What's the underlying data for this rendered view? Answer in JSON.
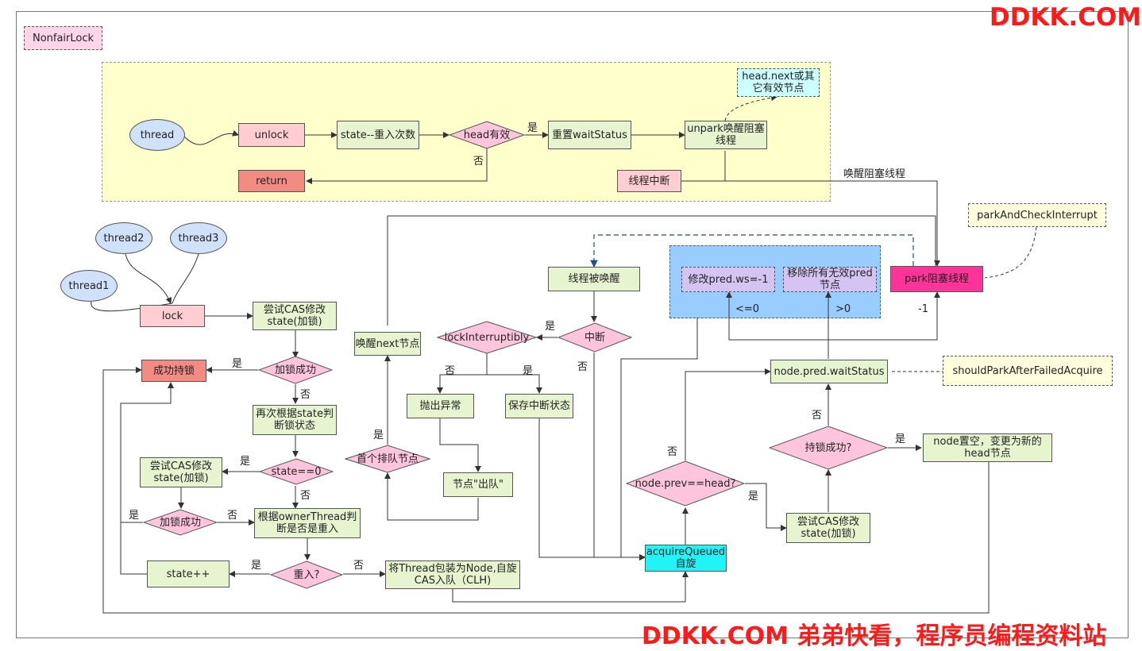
{
  "watermark": {
    "top": "DDKK.COM",
    "bottom": "DDKK.COM 弟弟快看，程序员编程资料站"
  },
  "title": "NonfairLock",
  "unlock_flow": {
    "thread": "thread",
    "unlock": "unlock",
    "state_dec": "state--重入次数",
    "head_valid": "head有效",
    "reset_ws": "重置waitStatus",
    "unpark": "unpark唤醒阻塞线程",
    "head_next": "head.next或其它有效节点",
    "return": "return",
    "interrupt": "线程中断",
    "yes": "是",
    "no": "否",
    "wake_label": "唤醒阻塞线程"
  },
  "lock_flow": {
    "thread1": "thread1",
    "thread2": "thread2",
    "thread3": "thread3",
    "lock": "lock",
    "try_cas1": "尝试CAS修改state(加锁)",
    "lock_ok1": "加锁成功",
    "hold_lock": "成功持锁",
    "recheck": "再次根据state判断锁状态",
    "state_zero": "state==0",
    "try_cas2": "尝试CAS修改state(加锁)",
    "lock_ok2": "加锁成功",
    "owner_check": "根据ownerThread判断是否是重入",
    "reentry": "重入?",
    "state_inc": "state++",
    "wrap_node": "将Thread包装为Node,自旋CAS入队（CLH)",
    "acquire_queued": "acquireQueued自旋",
    "prev_head": "node.prev==head?",
    "try_cas3": "尝试CAS修改state(加锁)",
    "hold_ok": "持锁成功?",
    "set_head": "node置空，变更为新的head节点",
    "pred_ws": "node.pred.waitStatus",
    "should_park": "shouldParkAfterFailedAcquire",
    "modify_ws": "修改pred.ws=-1",
    "remove_invalid": "移除所有无效pred节点",
    "le0": "<=0",
    "gt0": ">0",
    "m1": "-1",
    "park": "park阻塞线程",
    "park_check": "parkAndCheckInterrupt",
    "woken": "线程被唤醒",
    "interrupted": "中断",
    "lock_interruptibly": "lockInterruptibly",
    "throw": "抛出异常",
    "keep_interrupt": "保存中断状态",
    "dequeue": "节点\"出队\"",
    "first_node": "首个排队节点",
    "wake_next": "唤醒next节点",
    "yes": "是",
    "no": "否"
  },
  "colors": {
    "yellow_region": "#ffffcc",
    "blue_region": "#99ccff",
    "park": "#ff3399",
    "acquire": "#21f4f6"
  }
}
